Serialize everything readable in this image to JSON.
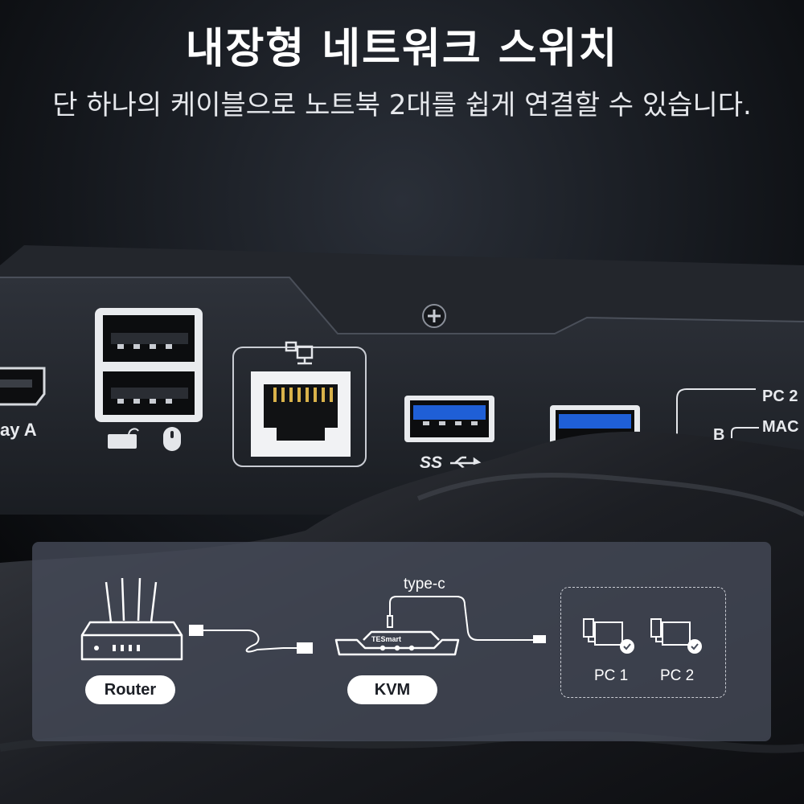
{
  "header": {
    "title": "내장형 네트워크 스위치",
    "subtitle": "단 하나의 케이블으로 노트북 2대를 쉽게 연결할 수 있습니다."
  },
  "device": {
    "display_label": "ay A",
    "usb_label": "SS",
    "pc_label_top": "PC 2",
    "pc_label_mac": "MAC",
    "group_label": "B"
  },
  "diagram": {
    "router_label": "Router",
    "kvm_label": "KVM",
    "cable_label": "type-c",
    "pc1_label": "PC 1",
    "pc2_label": "PC 2",
    "brand_label": "TESmart"
  },
  "colors": {
    "background": "#0c0e12",
    "panel": "#464c5a",
    "usb_blue": "#1f5fd6"
  }
}
